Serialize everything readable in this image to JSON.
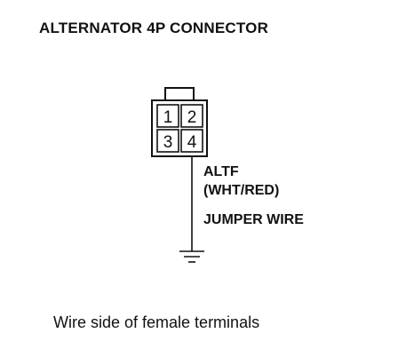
{
  "title": "ALTERNATOR 4P CONNECTOR",
  "connector": {
    "pins": [
      "1",
      "2",
      "3",
      "4"
    ]
  },
  "wire": {
    "name": "ALTF",
    "color": "(WHT/RED)",
    "note": "JUMPER WIRE"
  },
  "caption": "Wire side of female terminals",
  "colors": {
    "ink": "#111111",
    "background": "#ffffff"
  }
}
